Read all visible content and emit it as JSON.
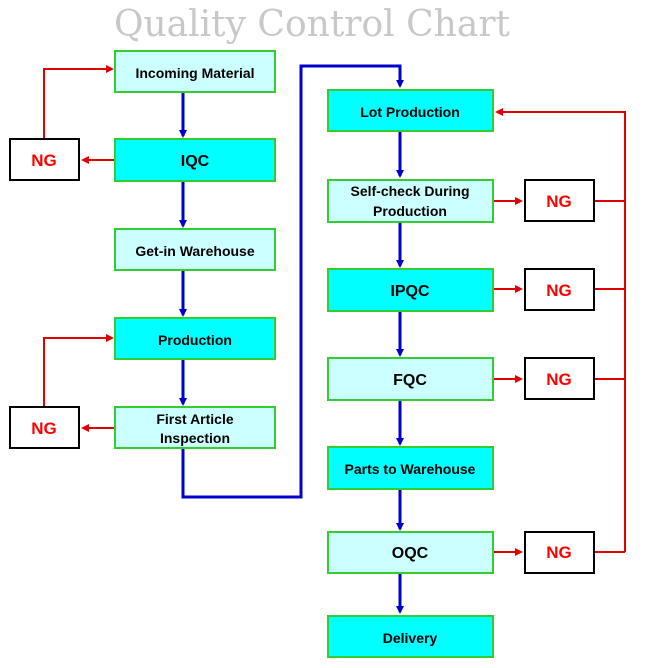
{
  "title": "Quality Control Chart",
  "colors": {
    "box_bright": "#00ffff",
    "box_pale": "#ccffff",
    "box_border": "#33cc33",
    "flow_arrow": "#0000cc",
    "reject_arrow": "#e00000",
    "ng_text": "#ff0000"
  },
  "steps": {
    "incoming_material": "Incoming Material",
    "iqc": "IQC",
    "get_in_warehouse": "Get-in Warehouse",
    "production": "Production",
    "first_article_1": "First Article",
    "first_article_2": "Inspection",
    "lot_production": "Lot Production",
    "self_check_1": "Self-check During",
    "self_check_2": "Production",
    "ipqc": "IPQC",
    "fqc": "FQC",
    "parts_to_warehouse": "Parts to Warehouse",
    "oqc": "OQC",
    "delivery": "Delivery"
  },
  "ng_label": "NG"
}
